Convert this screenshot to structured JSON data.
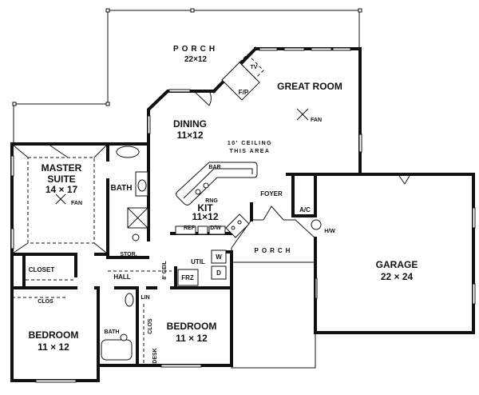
{
  "plan": {
    "title": "Floor Plan",
    "rooms": {
      "porch_rear": {
        "name": "PORCH",
        "size": "22×12"
      },
      "great_room": {
        "name": "GREAT ROOM",
        "fan": "FAN",
        "fp": "F/P",
        "tv": "TV"
      },
      "dining": {
        "name": "DINING",
        "size": "11×12"
      },
      "ceiling_note": {
        "line1": "10' CEILING",
        "line2": "THIS AREA"
      },
      "master": {
        "name1": "MASTER",
        "name2": "SUITE",
        "size": "14 × 17",
        "fan": "FAN"
      },
      "master_bath": {
        "name": "BATH"
      },
      "kitchen": {
        "name": "KIT",
        "size": "11×12",
        "bar": "BAR",
        "rng": "RNG",
        "ref": "REF",
        "dw": "D/W"
      },
      "foyer": {
        "name": "FOYER"
      },
      "ac": {
        "name": "A/C"
      },
      "hw": {
        "name": "H/W"
      },
      "garage": {
        "name": "GARAGE",
        "size": "22 × 24"
      },
      "porch_front": {
        "name": "PORCH"
      },
      "stor": {
        "name": "STOR."
      },
      "closet": {
        "name": "CLOSET"
      },
      "hall": {
        "name": "HALL"
      },
      "ceil_note": {
        "text": "8' CEIL"
      },
      "util": {
        "name": "UTIL",
        "w": "W",
        "d": "D",
        "frz": "FRZ"
      },
      "bedroom_left": {
        "name": "BEDROOM",
        "size": "11 × 12",
        "clos": "CLOS"
      },
      "bath2": {
        "name": "BATH",
        "lin": "LIN"
      },
      "bedroom_right": {
        "name": "BEDROOM",
        "size": "11 × 12",
        "clos": "CLOS",
        "desk": "DESK"
      }
    }
  }
}
